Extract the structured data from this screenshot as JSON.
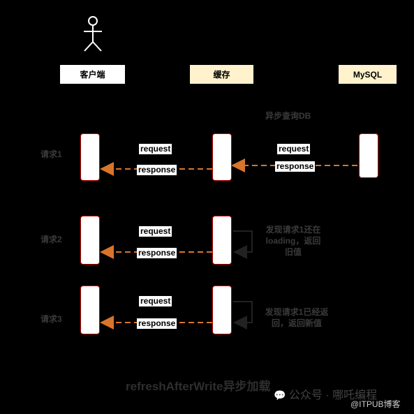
{
  "participants": {
    "client": "客户端",
    "cache": "缓存",
    "mysql": "MySQL"
  },
  "async_label": "异步查询DB",
  "requests": [
    {
      "label": "请求1",
      "request": "request",
      "response": "response",
      "db_request": "request",
      "db_response": "response"
    },
    {
      "label": "请求2",
      "request": "request",
      "response": "response",
      "note_lines": [
        "发现请求1还在",
        "loading，返回",
        "旧值"
      ]
    },
    {
      "label": "请求3",
      "request": "request",
      "response": "response",
      "note_lines": [
        "发现请求1已经返",
        "回，返回新值"
      ]
    }
  ],
  "title": "refreshAfterWrite异步加载",
  "watermark": {
    "account": "公众号 · 哪吒编程",
    "source": "@ITPUB博客"
  },
  "colors": {
    "background": "#000000",
    "actor": "#ffffff",
    "client_header": "#ffffff",
    "cache_header": "#fff2cc",
    "activation_border": "#c00000",
    "arrow": "#d9752b"
  }
}
